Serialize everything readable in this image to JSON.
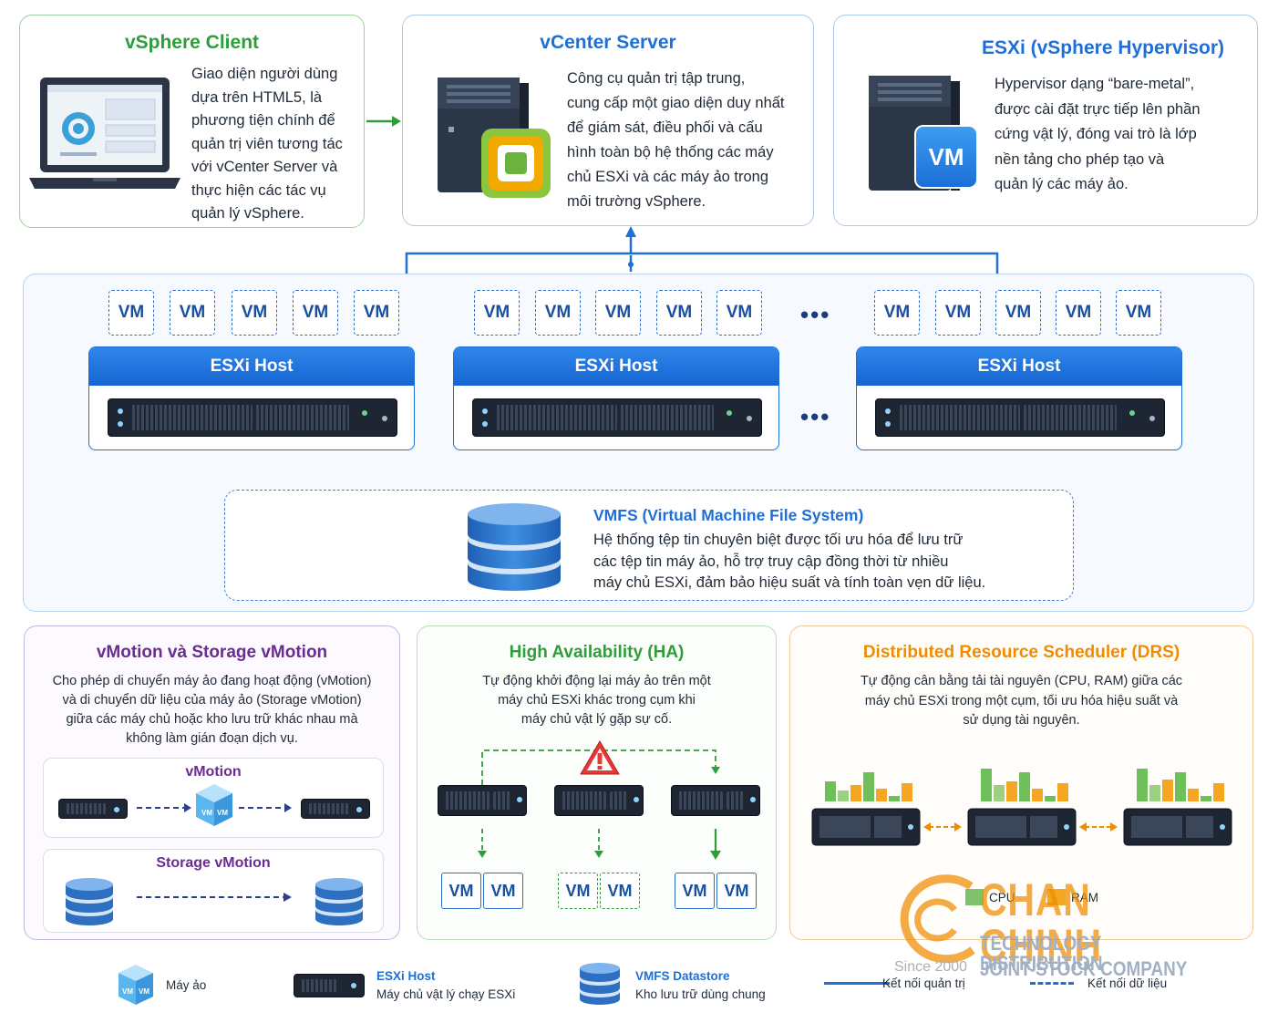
{
  "vsphere_client": {
    "title": "vSphere Client",
    "desc": [
      "Giao diện người dùng",
      "dựa trên HTML5, là",
      "phương tiện chính để",
      "quản trị viên tương tác",
      "với vCenter Server và",
      "thực hiện các tác vụ",
      "quản lý vSphere."
    ]
  },
  "vcenter": {
    "title": "vCenter Server",
    "desc": [
      "Công cụ quản trị tập trung,",
      "cung cấp một giao diện duy nhất",
      "để giám sát, điều phối và cấu",
      "hình toàn bộ hệ thống các máy",
      "chủ ESXi và các máy ảo trong",
      "môi trường vSphere."
    ]
  },
  "esxi_hyper": {
    "title": "ESXi (vSphere Hypervisor)",
    "vm_label": "VM",
    "desc": [
      "Hypervisor dạng “bare-metal”,",
      "được cài đặt trực tiếp lên phần",
      "cứng vật lý, đóng vai trò là lớp",
      "nền tảng cho phép tạo và",
      "quản lý các máy ảo."
    ]
  },
  "cluster": {
    "vm_label": "VM",
    "host_label": "ESXi Host",
    "ellipsis": "•••"
  },
  "vmfs": {
    "title": "VMFS (Virtual Machine File System)",
    "desc": [
      "Hệ thống tệp tin chuyên biệt được tối ưu hóa để lưu trữ",
      "các tệp tin máy ảo, hỗ trợ truy cập đồng thời  từ nhiều",
      "máy chủ ESXi, đảm bảo hiệu suất và tính toàn vẹn dữ liệu."
    ]
  },
  "vmotion_card": {
    "title": "vMotion và Storage vMotion",
    "desc": [
      "Cho phép di chuyển máy ảo đang hoạt động (vMotion)",
      "và di chuyển dữ liệu của máy ảo (Storage vMotion)",
      "giữa các máy chủ hoặc kho lưu trữ khác nhau mà",
      "không làm gián đoạn dịch vụ."
    ],
    "vmotion_label": "vMotion",
    "storage_label": "Storage vMotion",
    "cube_vm": "VM"
  },
  "ha_card": {
    "title": "High Availability (HA)",
    "desc": [
      "Tự động khởi động lại máy ảo trên một",
      "máy chủ ESXi khác trong cụm khi",
      "máy chủ vật lý gặp sự cố."
    ],
    "vm_label": "VM",
    "warning": "!"
  },
  "drs_card": {
    "title": "Distributed Resource Scheduler (DRS)",
    "desc": [
      "Tự động cân bằng tải tài nguyên (CPU, RAM) giữa các",
      "máy chủ ESXi trong một cụm, tối ưu hóa hiệu suất và",
      "sử dụng tài nguyên."
    ],
    "cpu_label": "CPU",
    "ram_label": "RAM",
    "bar_levels": [
      [
        0.55,
        0.3,
        0.45,
        0.8,
        0.35,
        0.15,
        0.5
      ],
      [
        0.9,
        0.45,
        0.55,
        0.8,
        0.35,
        0.15,
        0.5
      ],
      [
        0.9,
        0.45,
        0.6,
        0.8,
        0.35,
        0.15,
        0.5
      ]
    ]
  },
  "legend": {
    "vm": "Máy ảo",
    "esxi_title": "ESXi Host",
    "esxi_desc": "Máy chủ vật lý chạy ESXi",
    "vmfs_title": "VMFS Datastore",
    "vmfs_desc": "Kho lưu trữ dùng chung",
    "mgmt": "Kết nối quản trị",
    "data": "Kết nối dữ liệu"
  },
  "watermark": {
    "brand": "CHAN CHINH",
    "line1": "TECHNOLOGY DISTRIBUTION",
    "line2": "JOINT-STOCK COMPANY",
    "since": "Since 2000"
  },
  "colors": {
    "green": "#2f9d3a",
    "blue": "#1f6fd6",
    "purple": "#6a2c91",
    "orange": "#f08c00"
  }
}
